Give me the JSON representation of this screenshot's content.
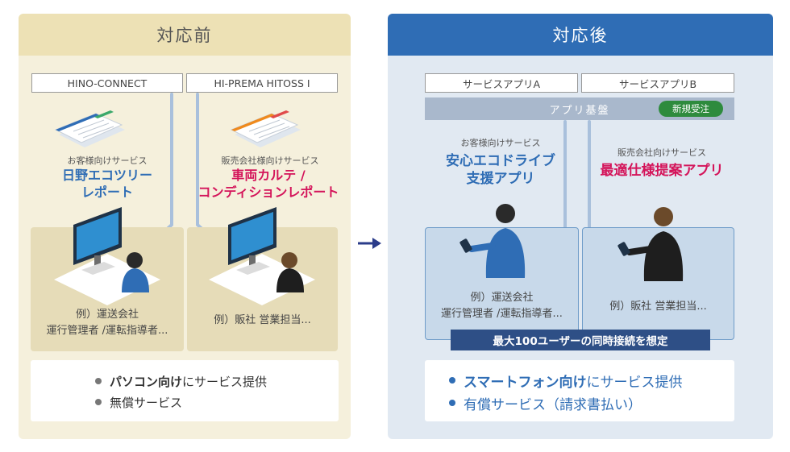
{
  "before": {
    "title": "対応前",
    "services": [
      "HINO-CONNECT",
      "HI-PREMA HITOSS I"
    ],
    "items": [
      {
        "subtitle": "お客様向けサービス",
        "name_lines": [
          "日野エコツリー",
          "レポート"
        ],
        "user_lines": [
          "例）運送会社",
          "運行管理者 /運転指導者..."
        ]
      },
      {
        "subtitle": "販売会社様向けサービス",
        "name_lines": [
          "車両カルテ /",
          "コンディションレポート"
        ],
        "user_lines": [
          "例）販社 営業担当..."
        ]
      }
    ],
    "bullets": [
      {
        "emph": "パソコン向け",
        "rest": "にサービス提供"
      },
      {
        "emph": "",
        "rest": "無償サービス"
      }
    ]
  },
  "after": {
    "title": "対応後",
    "apps": [
      "サービスアプリA",
      "サービスアプリB"
    ],
    "platform": "アプリ基盤",
    "badge": "新規受注",
    "items": [
      {
        "subtitle": "お客様向けサービス",
        "name_lines": [
          "安心エコドライブ",
          "支援アプリ"
        ],
        "user_lines": [
          "例）運送会社",
          "運行管理者 /運転指導者..."
        ]
      },
      {
        "subtitle": "販売会社向けサービス",
        "name_lines": [
          "最適仕様提案アプリ"
        ],
        "user_lines": [
          "例）販社 営業担当..."
        ]
      }
    ],
    "capacity": "最大100ユーザーの同時接続を想定",
    "bullets": [
      {
        "emph": "スマートフォン向け",
        "rest": "にサービス提供"
      },
      {
        "emph": "",
        "rest": "有償サービス（請求書払い）"
      }
    ]
  },
  "colors": {
    "accent_blue": "#2f6db5",
    "accent_red": "#d4145a",
    "before_header": "#ede1b5",
    "after_header": "#2f6db5",
    "badge_green": "#2e8b3d"
  }
}
